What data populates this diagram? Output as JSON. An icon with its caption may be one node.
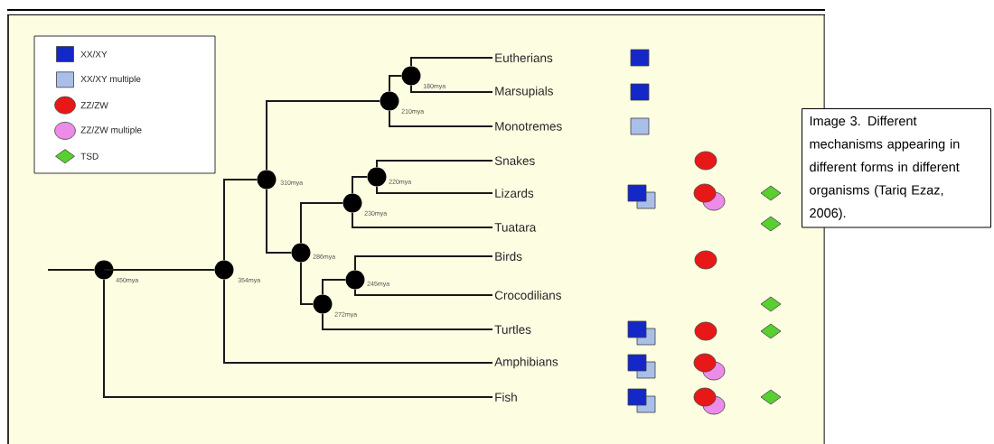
{
  "diagram": {
    "caption": "Image 3. Different mechanisms appearing in different forms in different organisms (Tariq Ezaz, 2006).",
    "nodes": [
      {
        "text": [
          "Eutherians"
        ]
      },
      {
        "text": [
          "Marsupials"
        ]
      },
      {
        "text": [
          "Monotremes"
        ]
      },
      {
        "text": [
          "Snakes"
        ]
      },
      {
        "text": [
          "Lizards"
        ]
      },
      {
        "text": [
          "Tuatara"
        ]
      },
      {
        "text": [
          "Birds"
        ]
      },
      {
        "text": [
          "Crocodilians"
        ]
      },
      {
        "text": [
          "Turtles"
        ]
      },
      {
        "text": [
          "Amphibians"
        ]
      },
      {
        "text": [
          "Fish"
        ]
      },
      {
        "text": [],
        "shape": "circle",
        "beside": [
          "450mya"
        ]
      },
      {
        "text": [],
        "shape": "circle",
        "beside": [
          "354mya"
        ]
      },
      {
        "text": [],
        "shape": "circle",
        "beside": [
          "310mya"
        ]
      },
      {
        "text": [],
        "shape": "circle",
        "beside": [
          "286mya"
        ]
      },
      {
        "text": [],
        "shape": "circle",
        "beside": [
          "272mya"
        ]
      },
      {
        "text": [],
        "shape": "circle",
        "beside": [
          "230mya"
        ]
      },
      {
        "text": [],
        "shape": "circle",
        "beside": [
          "245mya"
        ]
      },
      {
        "text": [],
        "shape": "circle",
        "beside": [
          "220mya"
        ]
      },
      {
        "text": [],
        "shape": "circle",
        "beside": [
          "210mya"
        ]
      },
      {
        "text": [],
        "shape": "circle",
        "beside": [
          "180mya"
        ]
      }
    ],
    "edges": [
      {
        "from": null,
        "to": 11,
        "arrow": "none"
      },
      {
        "from": 11,
        "to": 10,
        "arrow": "none"
      },
      {
        "from": 11,
        "to": 12,
        "arrow": "none"
      },
      {
        "from": 12,
        "to": 9,
        "arrow": "none"
      },
      {
        "from": 12,
        "to": 13,
        "arrow": "none"
      },
      {
        "from": 13,
        "to": 19,
        "arrow": "none"
      },
      {
        "from": 13,
        "to": 14,
        "arrow": "none"
      },
      {
        "from": 19,
        "to": 20,
        "arrow": "none"
      },
      {
        "from": 19,
        "to": 2,
        "arrow": "none"
      },
      {
        "from": 20,
        "to": 0,
        "arrow": "none"
      },
      {
        "from": 20,
        "to": 1,
        "arrow": "none"
      },
      {
        "from": 14,
        "to": 16,
        "arrow": "none"
      },
      {
        "from": 14,
        "to": 15,
        "arrow": "none"
      },
      {
        "from": 16,
        "to": 18,
        "arrow": "none"
      },
      {
        "from": 16,
        "to": 5,
        "arrow": "none"
      },
      {
        "from": 18,
        "to": 3,
        "arrow": "none"
      },
      {
        "from": 18,
        "to": 4,
        "arrow": "none"
      },
      {
        "from": 15,
        "to": 17,
        "arrow": "none"
      },
      {
        "from": 15,
        "to": 8,
        "arrow": "none"
      },
      {
        "from": 17,
        "to": 6,
        "arrow": "none"
      },
      {
        "from": 17,
        "to": 7,
        "arrow": "none"
      }
    ],
    "legend": [
      {
        "text": "XX/XY",
        "color": "#1428c8"
      },
      {
        "text": "XX/XY multiple",
        "color": "#a9bfe8"
      },
      {
        "text": "ZZ/ZW",
        "color": "#e81818"
      },
      {
        "text": "ZZ/ZW multiple",
        "color": "#ec8ce8"
      },
      {
        "text": "TSD",
        "color": "#58d030"
      }
    ]
  }
}
